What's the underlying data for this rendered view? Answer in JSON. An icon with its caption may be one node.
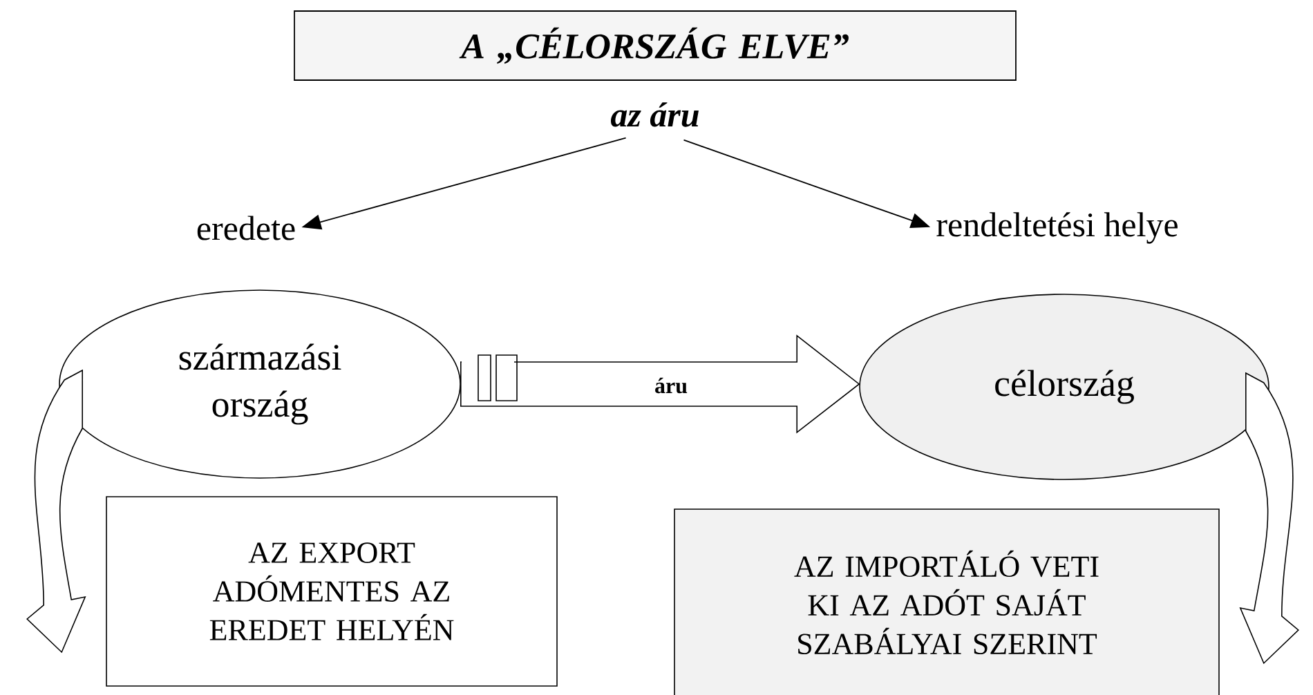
{
  "diagram": {
    "nodes": [
      {
        "text": [
          "A „CÉLORSZÁG ELVE”"
        ]
      },
      {
        "text": [
          "az áru"
        ]
      },
      {
        "text": [
          "eredete"
        ]
      },
      {
        "text": [
          "rendeltetési helye"
        ]
      },
      {
        "text": [
          "származási ország"
        ]
      },
      {
        "text": [
          "célország"
        ]
      },
      {
        "text": [
          "AZ EXPORT ADÓMENTES AZ EREDET HELYÉN"
        ]
      },
      {
        "text": [
          "AZ IMPORTÁLÓ VETI KI AZ ADÓT SAJÁT SZABÁLYAI SZERINT"
        ]
      }
    ],
    "edges": [
      {
        "from": 1,
        "to": 2,
        "arrow": "to"
      },
      {
        "from": 1,
        "to": 3,
        "arrow": "to"
      },
      {
        "from": 4,
        "to": 5,
        "arrow": "to",
        "label": "áru",
        "style": "thick"
      },
      {
        "from": 4,
        "to": 6,
        "arrow": "to",
        "style": "thick"
      },
      {
        "from": 5,
        "to": 7,
        "arrow": "to",
        "style": "thick"
      }
    ]
  }
}
